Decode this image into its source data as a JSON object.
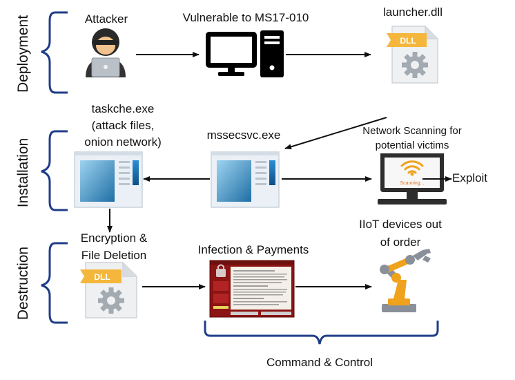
{
  "stages": {
    "deployment": "Deployment",
    "installation": "Installation",
    "destruction": "Destruction"
  },
  "nodes": {
    "attacker": "Attacker",
    "vulnerable": "Vulnerable to MS17-010",
    "launcher": "launcher.dll",
    "taskche": [
      "taskche.exe",
      "(attack files,",
      "onion network)"
    ],
    "mssecsvc": "mssecsvc.exe",
    "scanning": [
      "Network Scanning for",
      "potential victims"
    ],
    "exploit": "Exploit",
    "encryption": [
      "Encryption &",
      "File Deletion"
    ],
    "infection": "Infection & Payments",
    "iiot": [
      "IIoT devices out",
      "of order"
    ],
    "command_control": "Command & Control"
  },
  "badges": {
    "dll": "DLL",
    "scanning_screen": "Scanning..."
  },
  "colors": {
    "bracket_blue": "#1f3c88",
    "dll_gold": "#f4b73c",
    "window_blue": "#1f6fa5",
    "ransom_red": "#8b1414",
    "robot_orange": "#f0a21c",
    "robot_gray": "#8a9099"
  }
}
